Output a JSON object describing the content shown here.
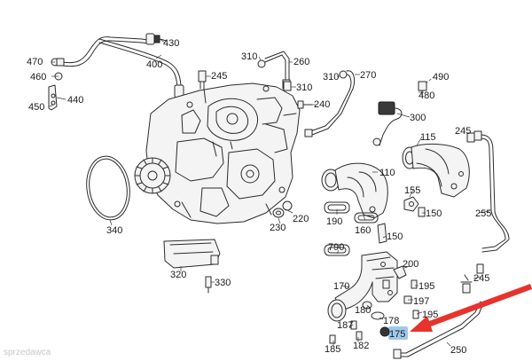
{
  "colors": {
    "arrow": "#e8322c",
    "highlight": "#9ec8ea",
    "line": "#2b2b2b"
  },
  "labels": {
    "l430": "430",
    "l400": "400",
    "l470": "470",
    "l460": "460",
    "l450": "450",
    "l440": "440",
    "l245a": "245",
    "l310a": "310",
    "l260": "260",
    "l310b": "310",
    "l310c": "310",
    "l270": "270",
    "l490": "490",
    "l480": "480",
    "l240": "240",
    "l300": "300",
    "l115": "115",
    "l245b": "245",
    "l110": "110",
    "l155": "155",
    "l150a": "150",
    "l255": "255",
    "l190": "190",
    "l160": "160",
    "l150b": "150",
    "l220": "220",
    "l230": "230",
    "l340": "340",
    "l790": "790",
    "l200": "200",
    "l195a": "195",
    "l245c": "245",
    "l197": "197",
    "l170": "170",
    "l180": "180",
    "l195b": "195",
    "l178": "178",
    "l187": "187",
    "l175": "175",
    "l185": "185",
    "l182": "182",
    "l250": "250",
    "l320": "320",
    "l330": "330"
  },
  "watermark": "sprzedawca"
}
